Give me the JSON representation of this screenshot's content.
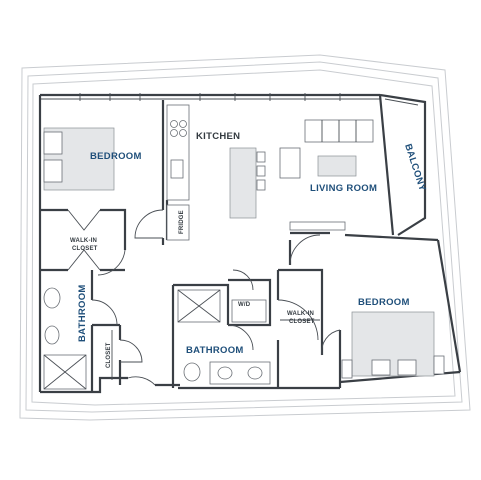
{
  "rooms": {
    "bedroom_1": "BEDROOM",
    "kitchen": "KITCHEN",
    "living_room": "LIVING ROOM",
    "balcony": "BALCONY",
    "walk_in_closet_1_line1": "WALK-IN",
    "walk_in_closet_1_line2": "CLOSET",
    "fridge": "FRIDGE",
    "bathroom_1": "BATHROOM",
    "closet": "CLOSET",
    "wd": "W/D",
    "walk_in_closet_2_line1": "WALK-IN",
    "walk_in_closet_2_line2": "CLOSET",
    "bathroom_2": "BATHROOM",
    "bedroom_2": "BEDROOM"
  },
  "colors": {
    "room_label_accent": "#1f4f7a",
    "label_dark": "#333a40",
    "wall": "#3a3f45",
    "fixture_fill": "#e4e6e8",
    "site_outline": "#c9ccd0"
  }
}
